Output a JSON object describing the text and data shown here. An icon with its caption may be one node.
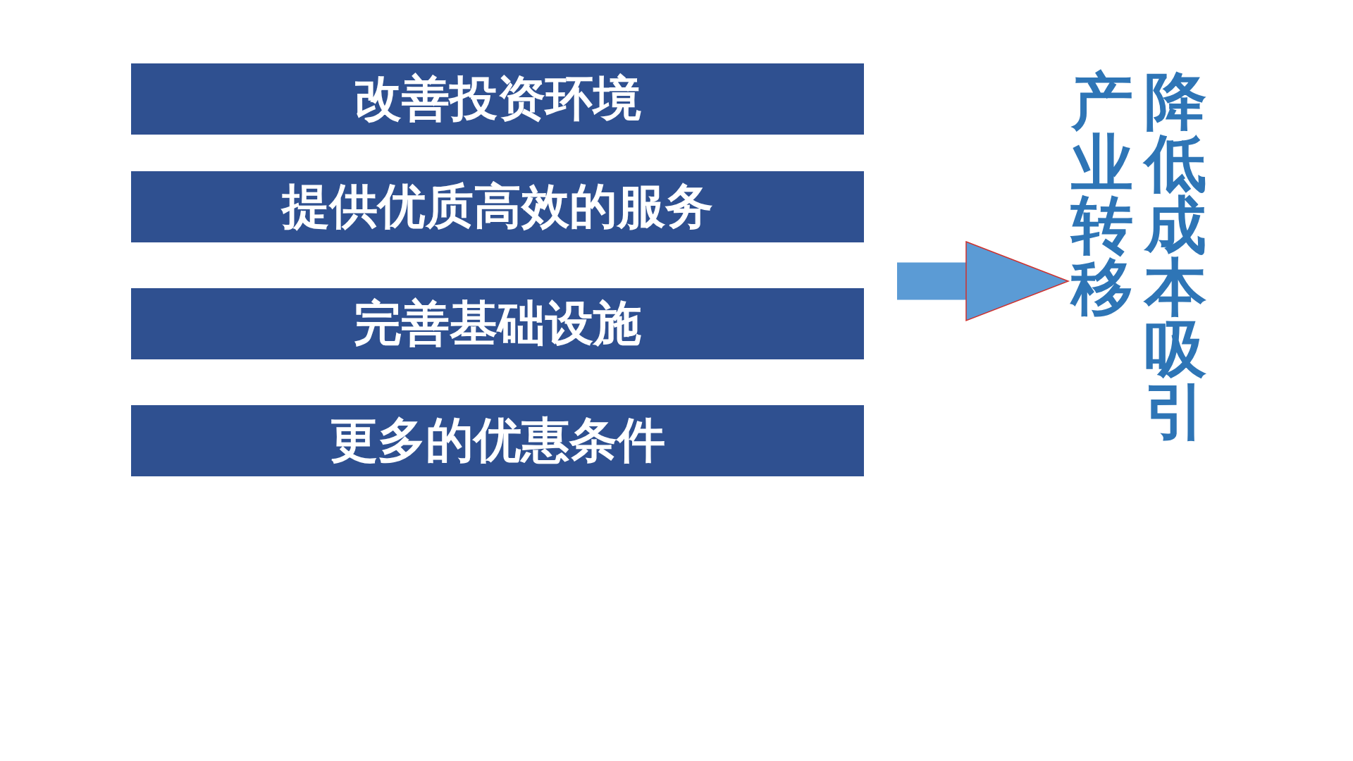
{
  "diagram": {
    "nodes": [
      {
        "text": [
          "改善投资环境"
        ]
      },
      {
        "text": [
          "提供优质高效的服务"
        ]
      },
      {
        "text": [
          "完善基础设施"
        ]
      },
      {
        "text": [
          "更多的优惠条件"
        ]
      },
      {
        "text": [
          "产业转移",
          "降低成本吸引"
        ]
      }
    ],
    "edges": [
      {
        "from": null,
        "to": 4,
        "arrow": "to"
      }
    ]
  }
}
